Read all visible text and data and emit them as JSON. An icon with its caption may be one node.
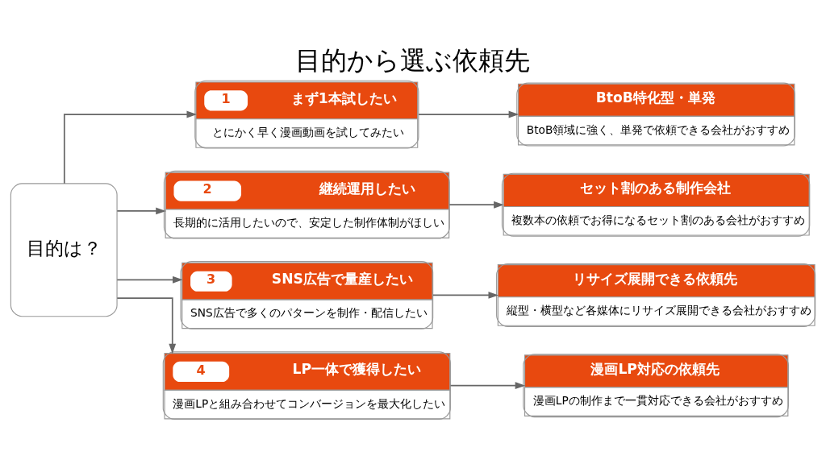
{
  "diagram": {
    "title": "目的から選ぶ依頼先",
    "nodes": [
      {
        "text": [
          "目的は？"
        ]
      },
      {
        "text": [
          "1",
          "まず1本試したい",
          "とにかく早く漫画動画を試してみたい"
        ]
      },
      {
        "text": [
          "2",
          "継続運用したい",
          "長期的に活用したいので、安定した制作体制がほしい"
        ]
      },
      {
        "text": [
          "3",
          "SNS広告で量産したい",
          "SNS広告で多くのパターンを制作・配信したい"
        ]
      },
      {
        "text": [
          "4",
          "LP一体で獲得したい",
          "漫画LPと組み合わせてコンバージョンを最大化したい"
        ]
      },
      {
        "text": [
          "BtoB特化型・単発",
          "BtoB領域に強く、単発で依頼できる会社がおすすめ"
        ]
      },
      {
        "text": [
          "セット割のある制作会社",
          "複数本の依頼でお得になるセット割のある会社がおすすめ"
        ]
      },
      {
        "text": [
          "リサイズ展開できる依頼先",
          "縦型・横型など各媒体にリサイズ展開できる会社がおすすめ"
        ]
      },
      {
        "text": [
          "漫画LP対応の依頼先",
          "漫画LPの制作まで一貫対応できる会社がおすすめ"
        ]
      }
    ],
    "edges": [
      {
        "from": 0,
        "to": 1,
        "arrow": "to"
      },
      {
        "from": 0,
        "to": 2,
        "arrow": "to"
      },
      {
        "from": 0,
        "to": 3,
        "arrow": "to"
      },
      {
        "from": 0,
        "to": 4,
        "arrow": "to"
      },
      {
        "from": 1,
        "to": 5,
        "arrow": "to"
      },
      {
        "from": 2,
        "to": 6,
        "arrow": "to"
      },
      {
        "from": 3,
        "to": 7,
        "arrow": "to"
      },
      {
        "from": 4,
        "to": 8,
        "arrow": "to"
      }
    ]
  }
}
